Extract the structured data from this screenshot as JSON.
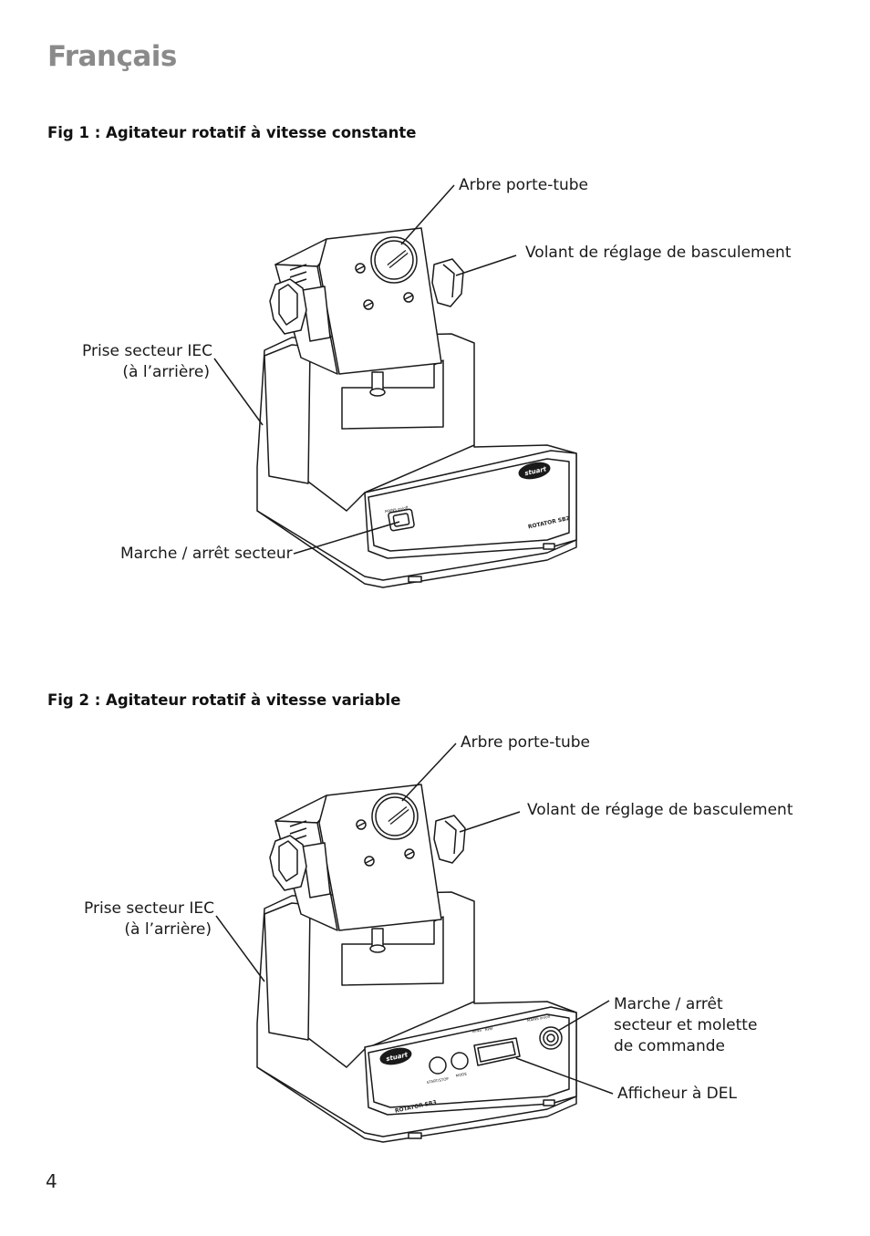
{
  "heading": "Français",
  "page_number": "4",
  "fig1": {
    "caption": "Fig 1 : Agitateur rotatif à vitesse constante",
    "labels": {
      "tube_shaft": "Arbre porte-tube",
      "tilt_knob": "Volant de réglage de basculement",
      "iec_socket_line1": "Prise secteur IEC",
      "iec_socket_line2": "(à l’arrière)",
      "mains_switch": "Marche / arrêt secteur"
    },
    "device": {
      "brand": "stuart",
      "model": "ROTATOR SB2",
      "switch_label": "MAINS on/off"
    }
  },
  "fig2": {
    "caption": "Fig 2 : Agitateur rotatif à vitesse variable",
    "labels": {
      "tube_shaft": "Arbre porte-tube",
      "tilt_knob": "Volant de réglage de basculement",
      "iec_socket_line1": "Prise secteur IEC",
      "iec_socket_line2": "(à l’arrière)",
      "mains_control_line1": "Marche / arrêt",
      "mains_control_line2": "secteur et molette",
      "mains_control_line3": "de commande",
      "led_display": "Afficheur à DEL"
    },
    "device": {
      "brand": "stuart",
      "model": "ROTATOR SB3",
      "switch_label": "MAINS on/off",
      "btn_left": "START/STOP",
      "btn_right": "MODE",
      "disp_left": "MINS",
      "disp_right": "RPM"
    }
  }
}
